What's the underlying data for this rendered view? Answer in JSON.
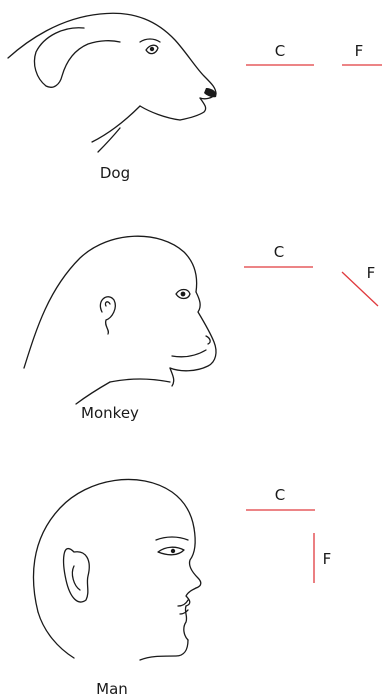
{
  "colors": {
    "axis": "#e03a3e",
    "outline": "#1a1a1a"
  },
  "panels": [
    {
      "caption": "Dog",
      "c_label": "C",
      "f_label": "F",
      "f_orientation": "horizontal"
    },
    {
      "caption": "Monkey",
      "c_label": "C",
      "f_label": "F",
      "f_orientation": "diagonal"
    },
    {
      "caption": "Man",
      "c_label": "C",
      "f_label": "F",
      "f_orientation": "vertical"
    }
  ]
}
